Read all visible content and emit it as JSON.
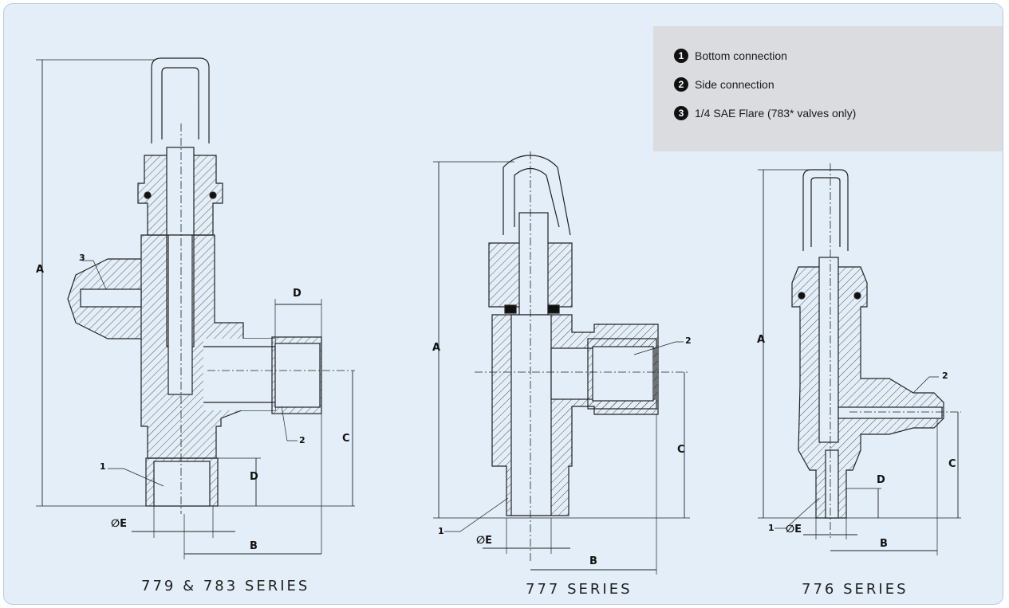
{
  "legend": {
    "items": [
      {
        "num": "1",
        "label": "Bottom connection"
      },
      {
        "num": "2",
        "label": "Side connection"
      },
      {
        "num": "3",
        "label": "1/4 SAE Flare (783* valves only)"
      }
    ]
  },
  "valves": [
    {
      "title": "779 & 783 SERIES",
      "dims": {
        "A": "A",
        "B": "B",
        "C": "C",
        "D_side": "D",
        "D_bottom": "D",
        "E": "∅E"
      },
      "leads": {
        "one": "1",
        "two": "2",
        "three": "3"
      }
    },
    {
      "title": "777 SERIES",
      "dims": {
        "A": "A",
        "B": "B",
        "C": "C",
        "E": "∅E"
      },
      "leads": {
        "one": "1",
        "two": "2"
      }
    },
    {
      "title": "776 SERIES",
      "dims": {
        "A": "A",
        "B": "B",
        "C": "C",
        "D": "D",
        "E": "∅E"
      },
      "leads": {
        "one": "1",
        "two": "2"
      }
    }
  ],
  "colors": {
    "panel": "#e3eef8",
    "legend_bg": "#dadcdf",
    "line": "#222222"
  }
}
